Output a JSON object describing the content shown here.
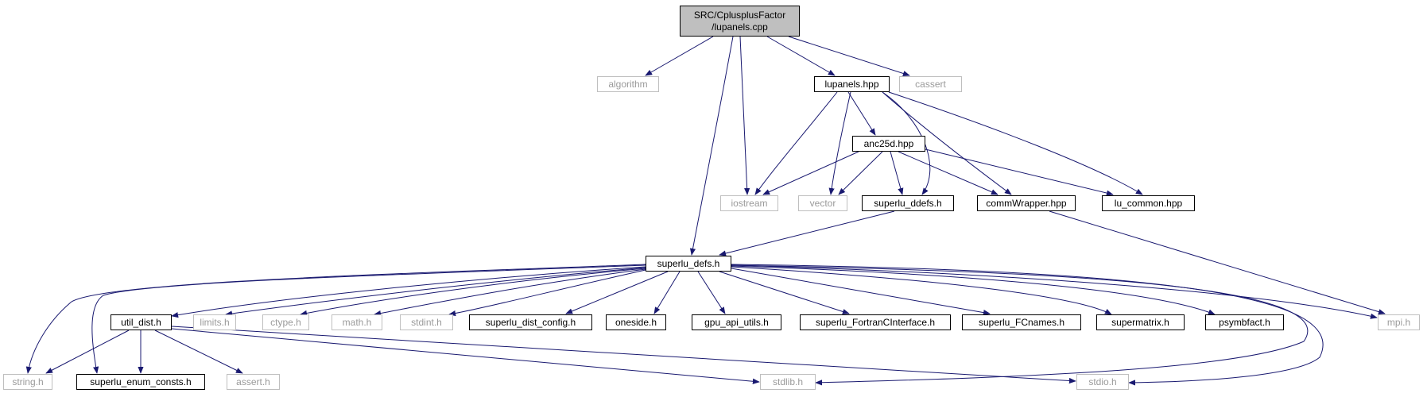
{
  "colors": {
    "edge": "#191970",
    "root_fill": "#bfbfbf",
    "doc_border": "#000000",
    "ext_border": "#bfbfbf",
    "ext_text": "#9a9a9a"
  },
  "nodes": {
    "root": {
      "line1": "SRC/CplusplusFactor",
      "line2": "/lupanels.cpp"
    },
    "algorithm": "algorithm",
    "lupanels_hpp": "lupanels.hpp",
    "cassert": "cassert",
    "anc25d_hpp": "anc25d.hpp",
    "iostream": "iostream",
    "vector": "vector",
    "superlu_ddefs_h": "superlu_ddefs.h",
    "commwrapper_hpp": "commWrapper.hpp",
    "lu_common_hpp": "lu_common.hpp",
    "superlu_defs_h": "superlu_defs.h",
    "util_dist_h": "util_dist.h",
    "limits_h": "limits.h",
    "ctype_h": "ctype.h",
    "math_h": "math.h",
    "stdint_h": "stdint.h",
    "superlu_dist_config_h": "superlu_dist_config.h",
    "oneside_h": "oneside.h",
    "gpu_api_utils_h": "gpu_api_utils.h",
    "superlu_fortranc_h": "superlu_FortranCInterface.h",
    "superlu_fcnames_h": "superlu_FCnames.h",
    "supermatrix_h": "supermatrix.h",
    "psymbfact_h": "psymbfact.h",
    "mpi_h": "mpi.h",
    "string_h": "string.h",
    "superlu_enum_consts_h": "superlu_enum_consts.h",
    "assert_h": "assert.h",
    "stdlib_h": "stdlib.h",
    "stdio_h": "stdio.h"
  }
}
